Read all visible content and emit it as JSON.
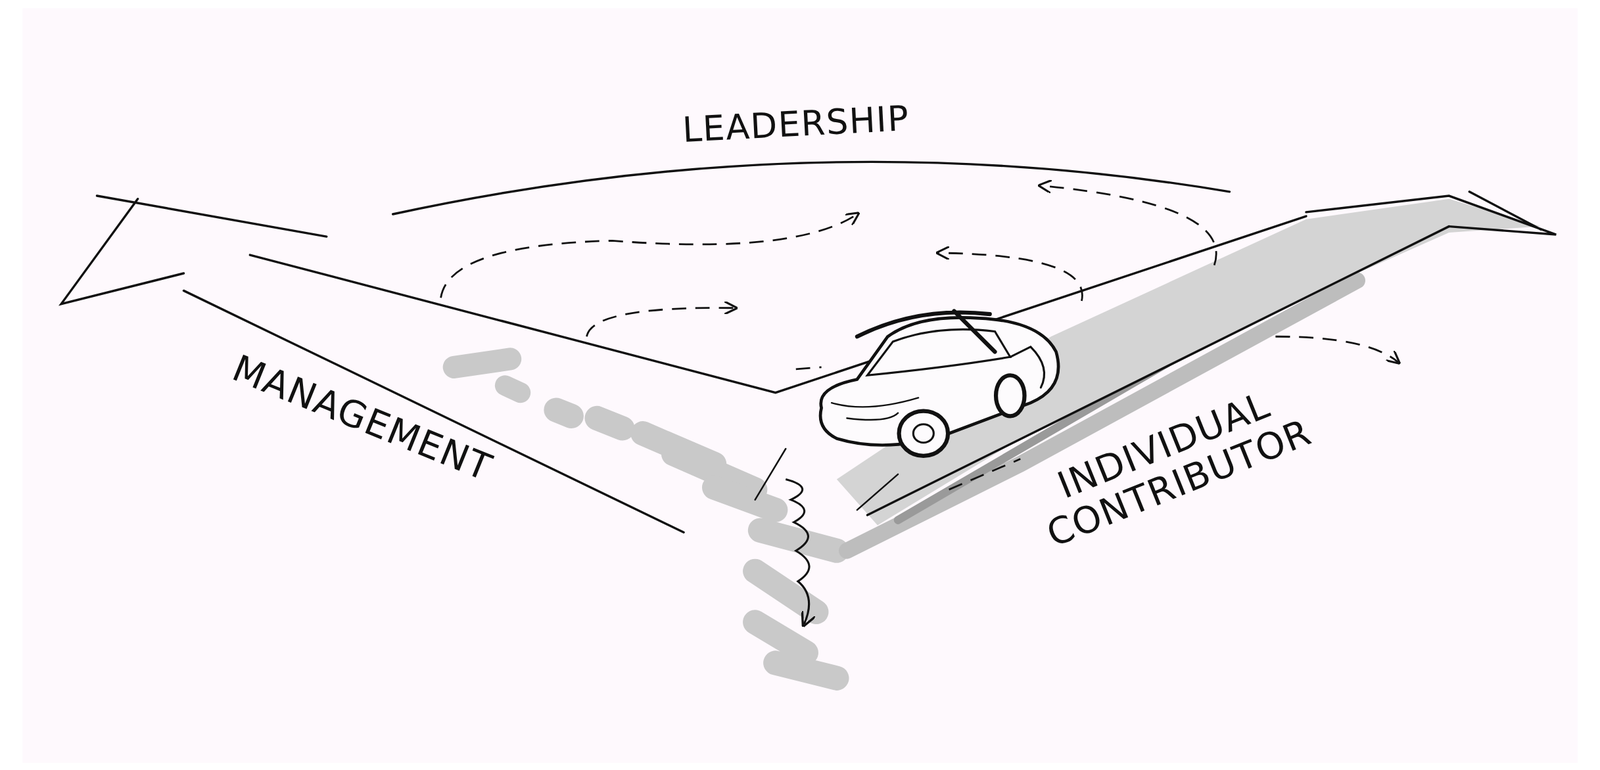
{
  "diagram": {
    "labels": [
      "LEADERSHIP",
      "MANAGEMENT",
      "INDIVIDUAL CONTRIBUTOR"
    ]
  }
}
